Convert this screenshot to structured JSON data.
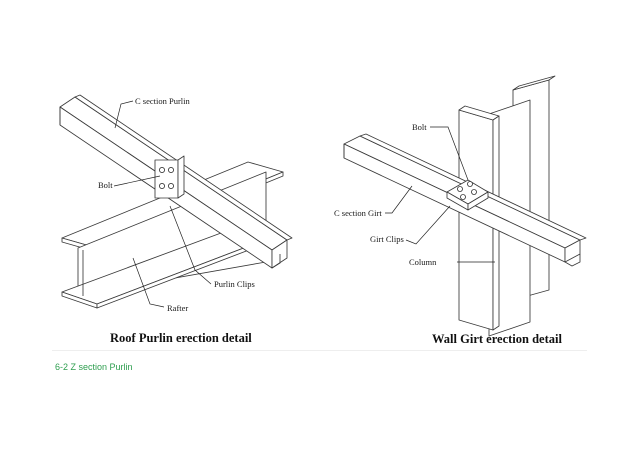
{
  "left_diagram": {
    "labels": {
      "c_section_purlin": "C section Purlin",
      "bolt": "Bolt",
      "purlin_clips": "Purlin Clips",
      "rafter": "Rafter"
    },
    "caption": "Roof Purlin erection detail"
  },
  "right_diagram": {
    "labels": {
      "bolt": "Bolt",
      "c_section_girt": "C section Girt",
      "girt_clips": "Girt Clips",
      "column": "Column"
    },
    "caption": "Wall Girt erection detail"
  },
  "slide_caption": "6-2 Z section Purlin",
  "colors": {
    "line": "#3a3a3a",
    "caption_green": "#2e9e4f"
  }
}
